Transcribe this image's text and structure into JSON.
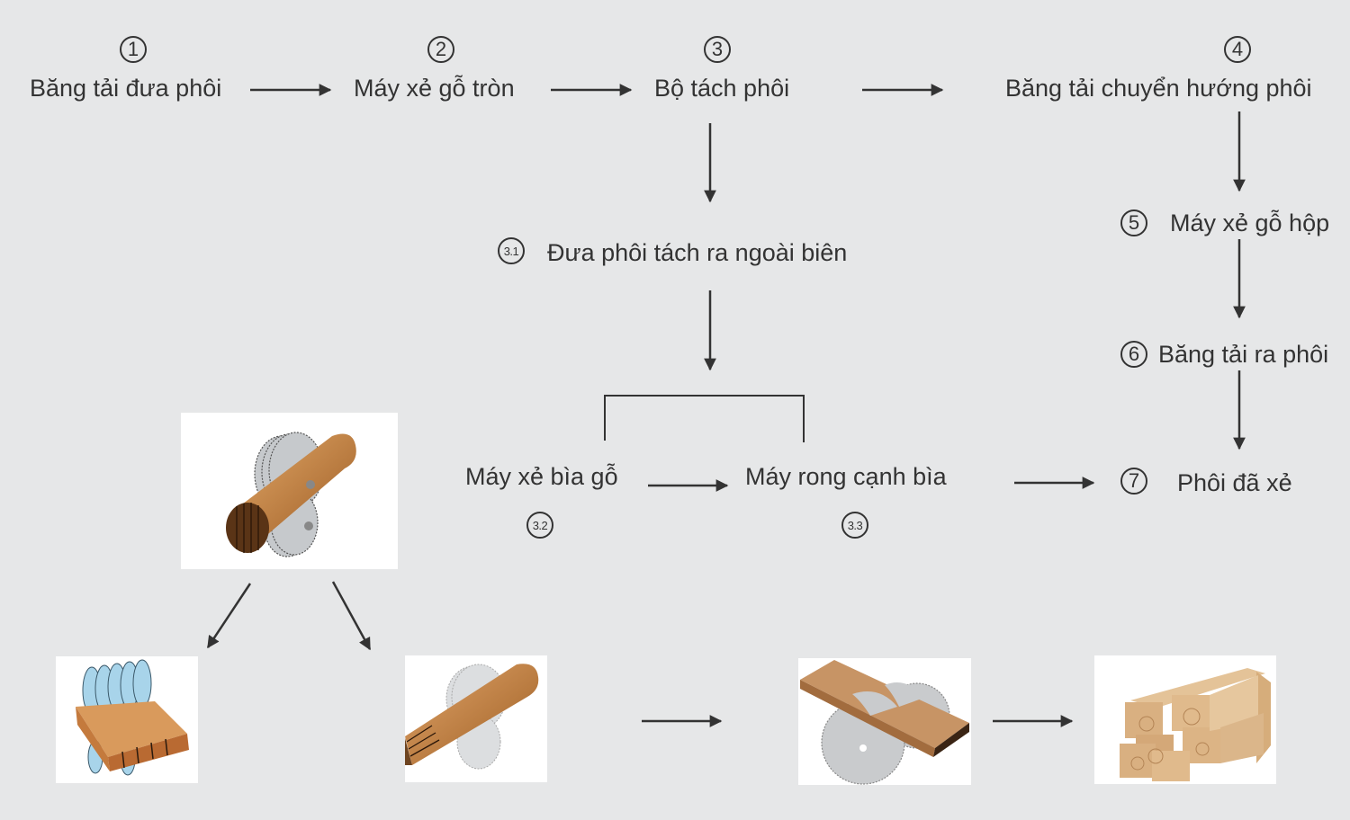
{
  "steps": {
    "s1": {
      "num": "1",
      "label": "Băng tải đưa phôi"
    },
    "s2": {
      "num": "2",
      "label": "Máy xẻ gỗ tròn"
    },
    "s3": {
      "num": "3",
      "label": "Bộ tách phôi"
    },
    "s4": {
      "num": "4",
      "label": "Băng tải chuyển hướng phôi"
    },
    "s5": {
      "num": "5",
      "label": "Máy xẻ gỗ hộp"
    },
    "s6": {
      "num": "6",
      "label": "Băng tải ra phôi"
    },
    "s7": {
      "num": "7",
      "label": "Phôi đã xẻ"
    },
    "s31": {
      "num": "3.1",
      "label": "Đưa phôi tách ra ngoài biên"
    },
    "s32": {
      "num": "3.2",
      "label": "Máy xẻ bìa gỗ"
    },
    "s33": {
      "num": "3.3",
      "label": "Máy rong cạnh bìa"
    }
  },
  "images": [
    {
      "name": "log-multi-blade-saw-image"
    },
    {
      "name": "box-wood-gang-saw-image"
    },
    {
      "name": "slab-edge-saw-image"
    },
    {
      "name": "board-edging-saw-image"
    },
    {
      "name": "finished-lumber-stack-image"
    }
  ],
  "colors": {
    "background": "#e6e7e8",
    "line": "#333333",
    "wood": "#c8915a",
    "blade": "#c9cccf"
  }
}
